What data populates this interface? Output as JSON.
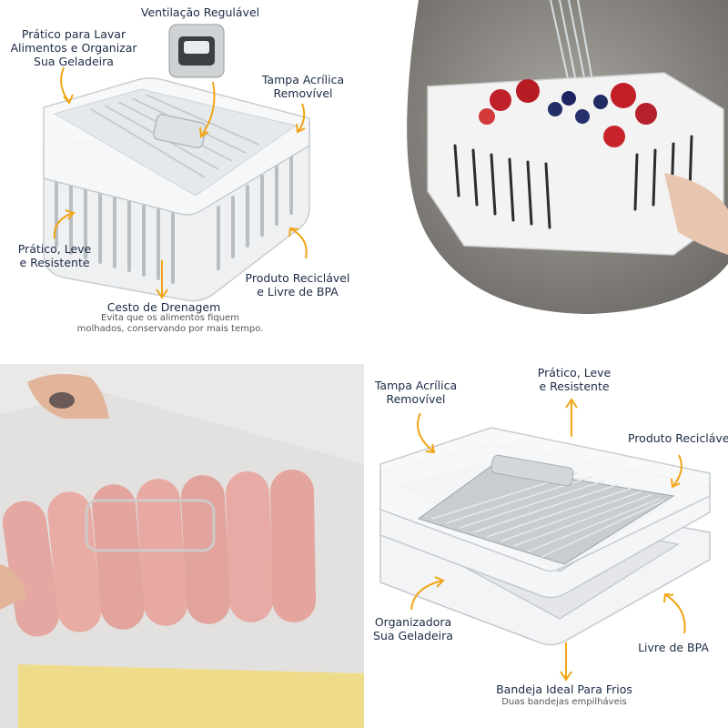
{
  "panel1": {
    "labels": {
      "pratico_lavar": [
        "Prático para Lavar",
        "Alimentos e Organizar",
        "Sua Geladeira"
      ],
      "ventilacao": "Ventilação Regulável",
      "tampa": [
        "Tampa Acrílica",
        "Removível"
      ],
      "pratico_leve": [
        "Prático, Leve",
        "e Resistente"
      ],
      "produto": [
        "Produto Reciclável",
        "e Livre de BPA"
      ],
      "cesto_title": "Cesto de Drenagem",
      "cesto_desc": [
        "Evita que os alimentos fiquem",
        "molhados, conservando por mais tempo."
      ]
    }
  },
  "panel4": {
    "labels": {
      "tampa": [
        "Tampa Acrílica",
        "Removível"
      ],
      "pratico": [
        "Prático, Leve",
        "e Resistente"
      ],
      "produto": "Produto Reciclável",
      "organizadora": [
        "Organizadora",
        "Sua Geladeira"
      ],
      "livre": "Livre de BPA",
      "bandeja_title": "Bandeja Ideal Para Frios",
      "bandeja_desc": "Duas bandejas empilháveis"
    }
  },
  "colors": {
    "accent": "#f2a516",
    "text": "#1b2a44"
  },
  "icons": [
    "arrow-icon"
  ]
}
